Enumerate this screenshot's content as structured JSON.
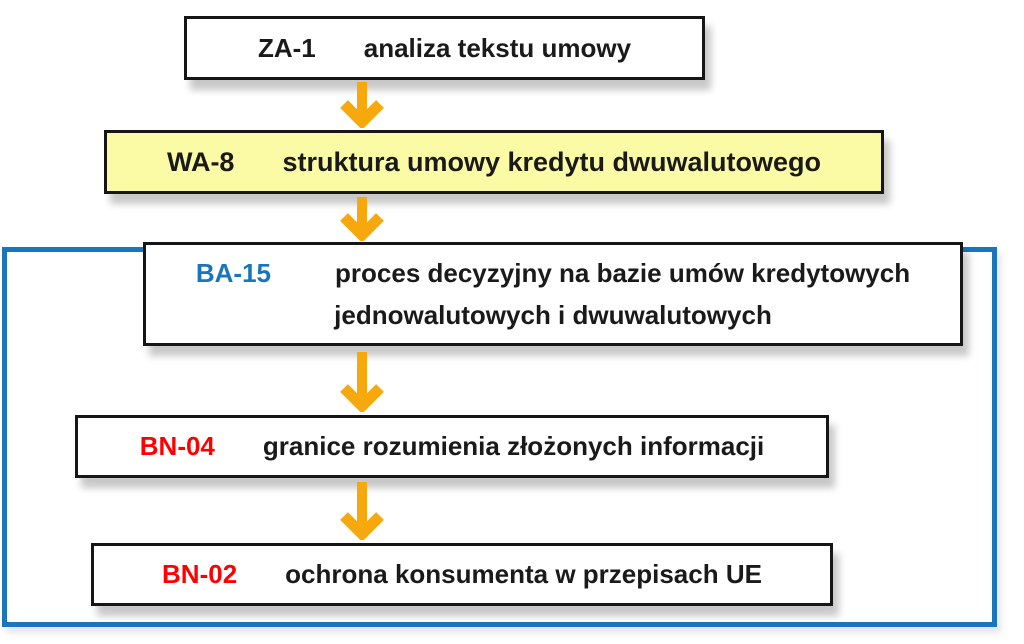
{
  "diagram": {
    "type": "flowchart",
    "boxes": [
      {
        "code": "ZA-1",
        "code_color": "#1a1a1a",
        "label": "analiza tekstu umowy",
        "bg": "#ffffff"
      },
      {
        "code": "WA-8",
        "code_color": "#1a1a1a",
        "label": "struktura umowy kredytu dwuwalutowego",
        "bg": "#fbfba6"
      },
      {
        "code": "BA-15",
        "code_color": "#1b75bc",
        "label": "proces decyzyjny na bazie umów kredytowych",
        "label_line2": "jednowalutowych i dwuwalutowych",
        "bg": "#ffffff"
      },
      {
        "code": "BN-04",
        "code_color": "#ff0000",
        "label": "granice rozumienia złożonych informacji",
        "bg": "#ffffff"
      },
      {
        "code": "BN-02",
        "code_color": "#ff0000",
        "label": "ochrona konsumenta w przepisach UE",
        "bg": "#ffffff"
      }
    ],
    "connector_count": 4,
    "colors": {
      "arrow": "#f7a80d",
      "group_frame_border": "#1b75bc",
      "box_border": "#161616",
      "text": "#1a1a1a",
      "highlight_box_bg": "#fbfba6"
    }
  }
}
